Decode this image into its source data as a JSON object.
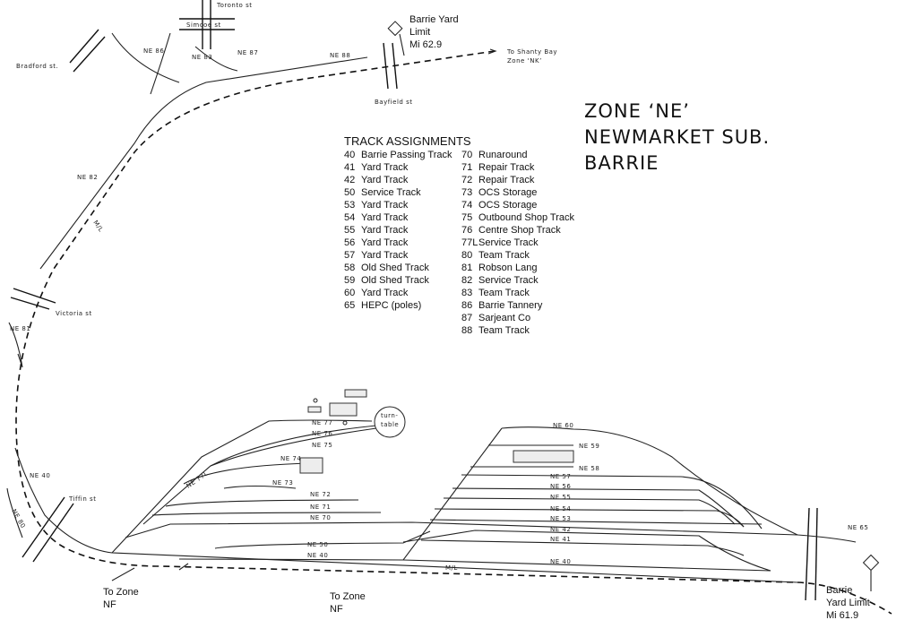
{
  "title": {
    "line1": "ZONE ‘NE’",
    "line2": "NEWMARKET SUB.",
    "line3": "BARRIE"
  },
  "assignments": {
    "heading": "TRACK ASSIGNMENTS",
    "left": [
      {
        "num": "40",
        "name": "Barrie Passing Track"
      },
      {
        "num": "41",
        "name": "Yard Track"
      },
      {
        "num": "42",
        "name": "Yard Track"
      },
      {
        "num": "50",
        "name": "Service Track"
      },
      {
        "num": "53",
        "name": "Yard Track"
      },
      {
        "num": "54",
        "name": "Yard Track"
      },
      {
        "num": "55",
        "name": "Yard Track"
      },
      {
        "num": "56",
        "name": "Yard Track"
      },
      {
        "num": "57",
        "name": "Yard Track"
      },
      {
        "num": "58",
        "name": "Old Shed Track"
      },
      {
        "num": "59",
        "name": "Old Shed Track"
      },
      {
        "num": "60",
        "name": "Yard Track"
      },
      {
        "num": "65",
        "name": "HEPC (poles)"
      }
    ],
    "right": [
      {
        "num": "70",
        "name": "Runaround"
      },
      {
        "num": "71",
        "name": "Repair Track"
      },
      {
        "num": "72",
        "name": "Repair Track"
      },
      {
        "num": "73",
        "name": "OCS Storage"
      },
      {
        "num": "74",
        "name": "OCS Storage"
      },
      {
        "num": "75",
        "name": "Outbound Shop Track"
      },
      {
        "num": "76",
        "name": "Centre Shop Track"
      },
      {
        "num": "77L",
        "name": "Service Track"
      },
      {
        "num": "80",
        "name": "Team Track"
      },
      {
        "num": "81",
        "name": "Robson Lang"
      },
      {
        "num": "82",
        "name": "Service Track"
      },
      {
        "num": "83",
        "name": "Team Track"
      },
      {
        "num": "86",
        "name": "Barrie Tannery"
      },
      {
        "num": "87",
        "name": "Sarjeant Co"
      },
      {
        "num": "88",
        "name": "Team Track"
      }
    ]
  },
  "streets": {
    "toronto": "Toronto st",
    "simcoe": "Simcoe st",
    "bradford": "Bradford st.",
    "bayfield": "Bayfield st",
    "victoria": "Victoria st",
    "tiffin": "Tiffin st"
  },
  "limits": {
    "north": {
      "l1": "Barrie Yard",
      "l2": "Limit",
      "l3": "Mi 62.9"
    },
    "south": {
      "l1": "Barrie",
      "l2": "Yard Limit",
      "l3": "Mi 61.9"
    }
  },
  "destinations": {
    "shanty_l1": "To  Shanty Bay",
    "shanty_l2": "Zone ‘NK’",
    "nf1_l1": "To Zone",
    "nf1_l2": "NF",
    "nf2_l1": "To Zone",
    "nf2_l2": "NF"
  },
  "tracks": {
    "ne86": "NE 86",
    "ne83": "NE 83",
    "ne87": "NE 87",
    "ne88": "NE 88",
    "ne82": "NE 82",
    "ml": "M/L",
    "ml2": "M/L",
    "ne81": "NE 81",
    "ne40a": "NE 40",
    "ne80": "NE 80",
    "ne77l": "NE 77L",
    "ne77": "NE 77",
    "ne76": "NE 76",
    "ne75": "NE 75",
    "ne74": "NE 74",
    "ne73": "NE 73",
    "ne72": "NE 72",
    "ne71": "NE 71",
    "ne70": "NE 70",
    "ne50": "NE 50",
    "ne40": "NE 40",
    "ne60": "NE 60",
    "ne59": "NE 59",
    "ne58": "NE 58",
    "ne57": "NE 57",
    "ne56": "NE 56",
    "ne55": "NE 55",
    "ne54": "NE 54",
    "ne53": "NE 53",
    "ne42": "NE 42",
    "ne41": "NE 41",
    "ne40b": "NE 40",
    "ne65": "NE 65",
    "turntable": "turn-table"
  }
}
